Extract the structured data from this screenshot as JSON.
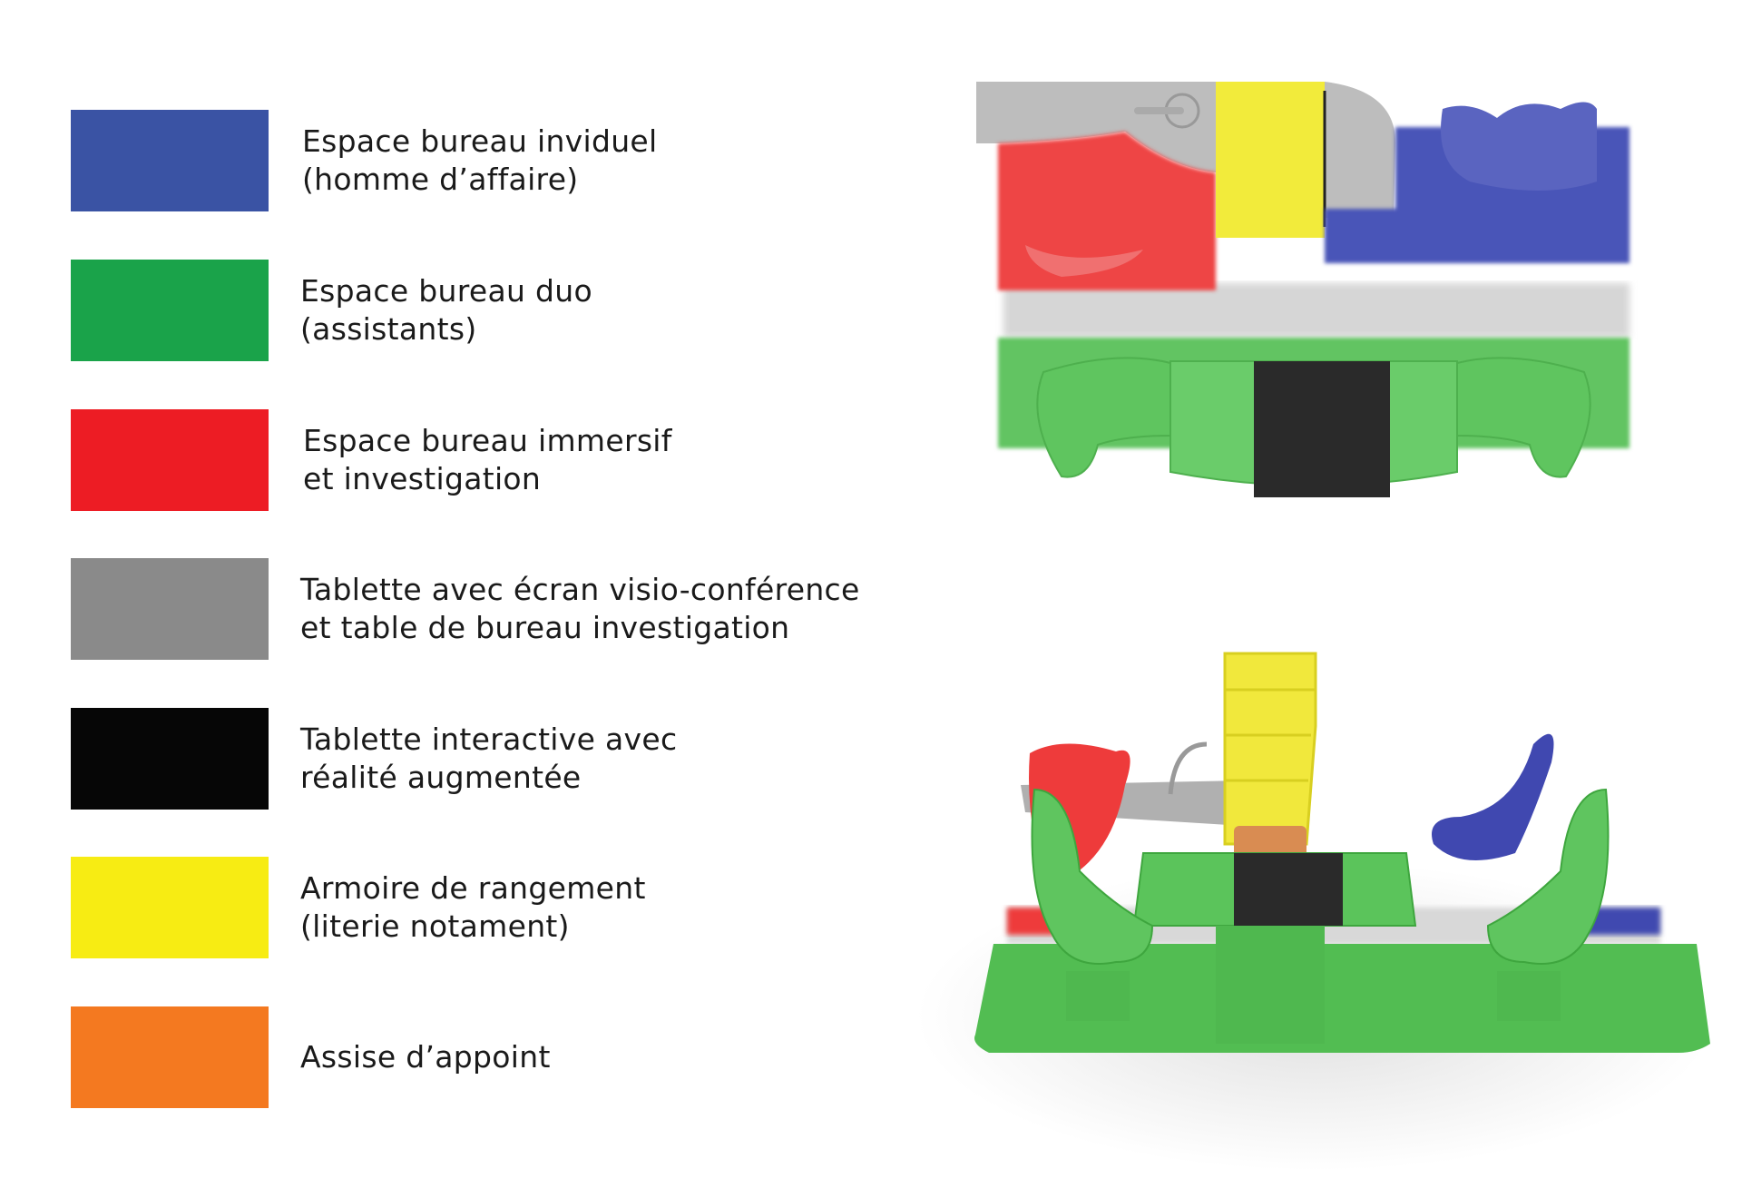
{
  "legend": [
    {
      "color": "#3a53a4",
      "line1": "Espace bureau inviduel",
      "line2": "(homme d’affaire)"
    },
    {
      "color": "#1aa34a",
      "line1": "Espace bureau duo",
      "line2": "(assistants)"
    },
    {
      "color": "#ed1c24",
      "line1": "Espace bureau immersif",
      "line2": "et investigation"
    },
    {
      "color": "#8a8a8a",
      "line1": "Tablette avec écran visio-conférence",
      "line2": "et table de bureau investigation"
    },
    {
      "color": "#060606",
      "line1": "Tablette interactive avec",
      "line2": "réalité augmentée"
    },
    {
      "color": "#f7ec13",
      "line1": "Armoire de rangement",
      "line2": "(literie notament)"
    },
    {
      "color": "#f47920",
      "line1": "Assise d’appoint",
      "line2": ""
    }
  ]
}
